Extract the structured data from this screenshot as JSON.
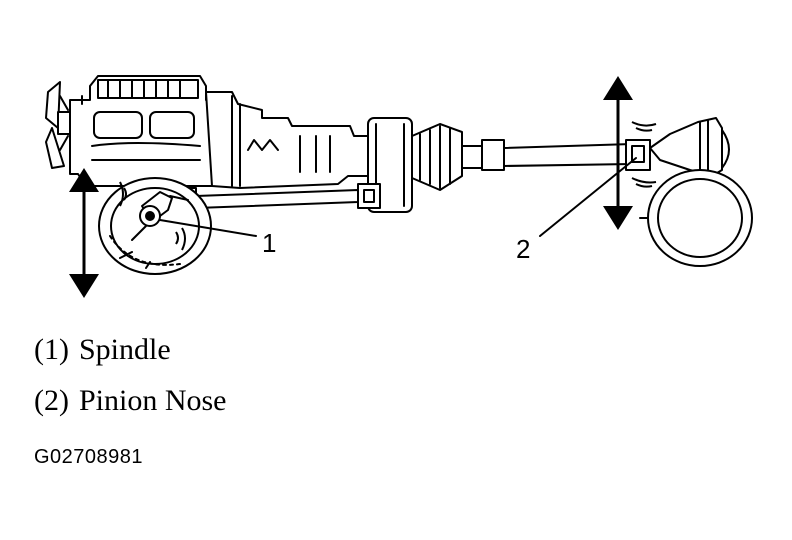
{
  "callouts": [
    {
      "number": "1",
      "label": "Spindle"
    },
    {
      "number": "2",
      "label": "Pinion Nose"
    }
  ],
  "legend": [
    {
      "id": "(1)",
      "label": "Spindle"
    },
    {
      "id": "(2)",
      "label": "Pinion Nose"
    }
  ],
  "figure_code": "G02708981",
  "colors": {
    "ink": "#000000",
    "background": "#ffffff"
  },
  "icons": [
    "up-down-arrow-icon",
    "vibration-lines-icon"
  ]
}
